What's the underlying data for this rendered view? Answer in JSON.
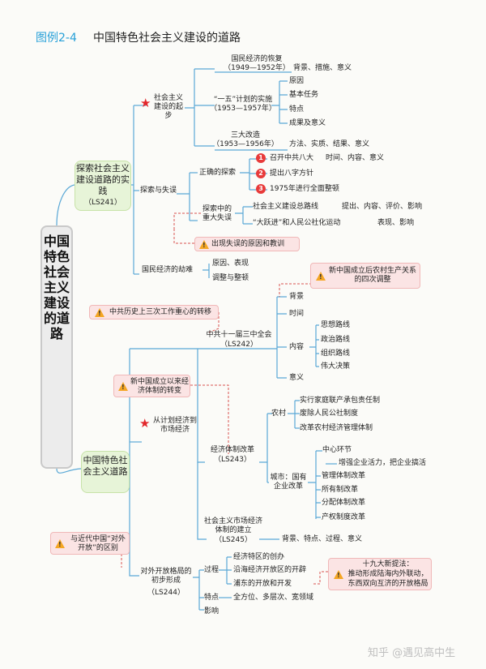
{
  "figure": {
    "label": "图例2-4",
    "title": "中国特色社会主义建设的道路"
  },
  "root": "中国特色社会主义建设的道路",
  "section1": {
    "title": "探索社会主义建设道路的实践",
    "code": "（LS241）",
    "start": {
      "label": "社会主义建设的起步",
      "recovery": {
        "label": "国民经济的恢复",
        "years": "（1949—1952年）",
        "detail": "背景、措施、意义"
      },
      "fiveyear": {
        "label": "“一五”计划的实施",
        "years": "（1953—1957年）",
        "items": [
          "原因",
          "基本任务",
          "特点",
          "成果及意义"
        ]
      },
      "reform": {
        "label": "三大改造",
        "years": "（1953—1956年）",
        "detail": "方法、实质、结果、意义"
      }
    },
    "explore": {
      "label": "探索与失误",
      "correct": {
        "label": "正确的探索",
        "items": [
          {
            "n": "1",
            "text": "召开中共八大",
            "detail": "时间、内容、意义"
          },
          {
            "n": "2",
            "text": "提出八字方针",
            "detail": ""
          },
          {
            "n": "3",
            "text": "1975年进行全面整顿",
            "detail": ""
          }
        ]
      },
      "mistake": {
        "label": "探索中的重大失误",
        "items": [
          {
            "text": "社会主义建设总路线",
            "detail": "提出、内容、评价、影响"
          },
          {
            "text": "“大跃进”和人民公社化运动",
            "detail": "表现、影响"
          }
        ]
      },
      "note": "出现失误的原因和教训"
    },
    "adjust": {
      "label": "国民经济的劫难",
      "items": [
        "原因、表现",
        "调整与整顿"
      ]
    }
  },
  "section2": {
    "title": "中国特色社会主义道路",
    "arrowLabel": "从计划经济到市场经济",
    "plenum": {
      "label": "中共十一届三中全会",
      "code": "（LS242）",
      "items": [
        "背景",
        "时间",
        "内容",
        "意义"
      ],
      "content": [
        "思想路线",
        "政治路线",
        "组织路线",
        "伟大决策"
      ]
    },
    "economic": {
      "label": "经济体制改革",
      "code": "（LS243）",
      "rural": {
        "label": "农村",
        "items": [
          "实行家庭联产承包责任制",
          "废除人民公社制度",
          "改革农村经济管理体制"
        ]
      },
      "urban": {
        "label": "城市：国有企业改革",
        "key": "中心环节",
        "keyDetail": "增强企业活力，把企业搞活",
        "items": [
          "管理体制改革",
          "所有制改革",
          "分配体制改革",
          "产权制度改革"
        ]
      }
    },
    "market": {
      "label": "社会主义市场经济体制的建立",
      "code": "（LS245）",
      "detail": "背景、特点、过程、意义"
    },
    "opening": {
      "label": "对外开放格局的初步形成",
      "code": "（LS244）",
      "process": {
        "label": "过程",
        "items": [
          "经济特区的创办",
          "沿海经济开放区的开辟",
          "浦东的开放和开发"
        ]
      },
      "feature": {
        "label": "特点",
        "detail": "全方位、多层次、宽领域"
      },
      "impact": "影响"
    }
  },
  "callouts": {
    "rural": "新中国成立后农村生产关系的四次调整",
    "focus": "中共历史上三次工作重心的转移",
    "system": "新中国成立以来经济体制的转变",
    "open": "与近代中国“对外开放”的区别",
    "new19": [
      "十九大新提法：",
      "推动形成陆海内外联动，",
      "东西双向互济的开放格局"
    ]
  },
  "watermark": "知乎 @遇见高中生",
  "colors": {
    "line": "#5aa8d6",
    "dash": "#d9534f",
    "box": "#fbe4e4",
    "sec": "#e7f4d8",
    "title": "#27a0d8"
  }
}
